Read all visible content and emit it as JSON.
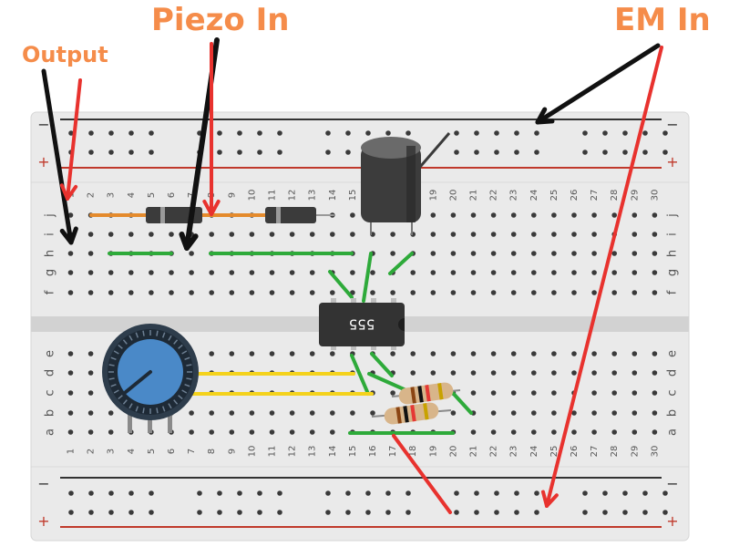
{
  "annotations": {
    "piezo_in": "Piezo In",
    "em_in": "EM In",
    "output": "Output"
  },
  "breadboard": {
    "columns": [
      "1",
      "2",
      "3",
      "4",
      "5",
      "6",
      "7",
      "8",
      "9",
      "10",
      "11",
      "12",
      "13",
      "14",
      "15",
      "16",
      "17",
      "18",
      "19",
      "20",
      "21",
      "22",
      "23",
      "24",
      "25",
      "26",
      "27",
      "28",
      "29",
      "30"
    ],
    "top_rows": [
      "j",
      "i",
      "h",
      "g",
      "f"
    ],
    "bottom_rows": [
      "e",
      "d",
      "c",
      "b",
      "a"
    ],
    "rail_minus": "−",
    "rail_plus": "+"
  },
  "ic": {
    "label": "555"
  },
  "colors": {
    "board": "#eaeaea",
    "rail_red": "#c0392b",
    "rail_black": "#333333",
    "wire_green": "#2eaa3a",
    "wire_yellow": "#f4d21c",
    "wire_orange": "#e48a2c",
    "arrow_red": "#e8322e",
    "arrow_black": "#111111",
    "annotation": "#f58c4a",
    "pot_blue": "#4a89c8"
  }
}
